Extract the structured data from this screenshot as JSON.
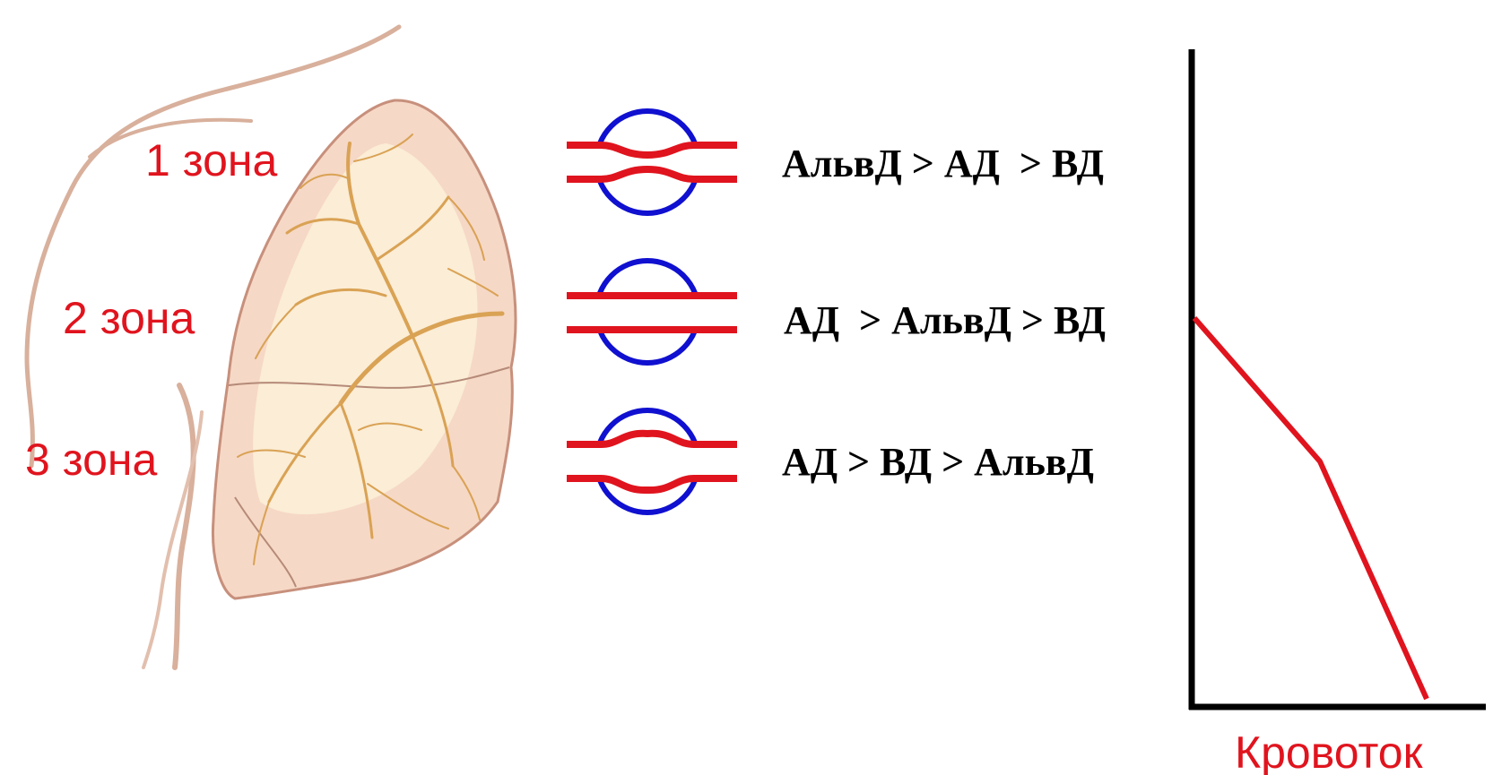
{
  "zones": [
    {
      "label": "1 зона",
      "relation": "АльвД > АД  > ВД",
      "vessel_state": "narrowed"
    },
    {
      "label": "2 зона",
      "relation": "АД  > АльвД > ВД",
      "vessel_state": "open"
    },
    {
      "label": "3 зона",
      "relation": "АД > ВД > АльвД",
      "vessel_state": "distended"
    }
  ],
  "graph": {
    "x_label": "Кровоток"
  },
  "colors": {
    "zone_label": "#e0141e",
    "vessel_wall": "#e0141e",
    "alveolus": "#1010d0",
    "axis": "#000000",
    "flow_line": "#e0141e",
    "lung_fill": "#f6d8c6",
    "lung_edge": "#c7907c",
    "lung_vessels": "#d9a254",
    "bone": "#d8b09c"
  },
  "icons": {
    "lung": "lung-illustration-icon",
    "vessel": "capillary-in-alveolus-icon"
  }
}
